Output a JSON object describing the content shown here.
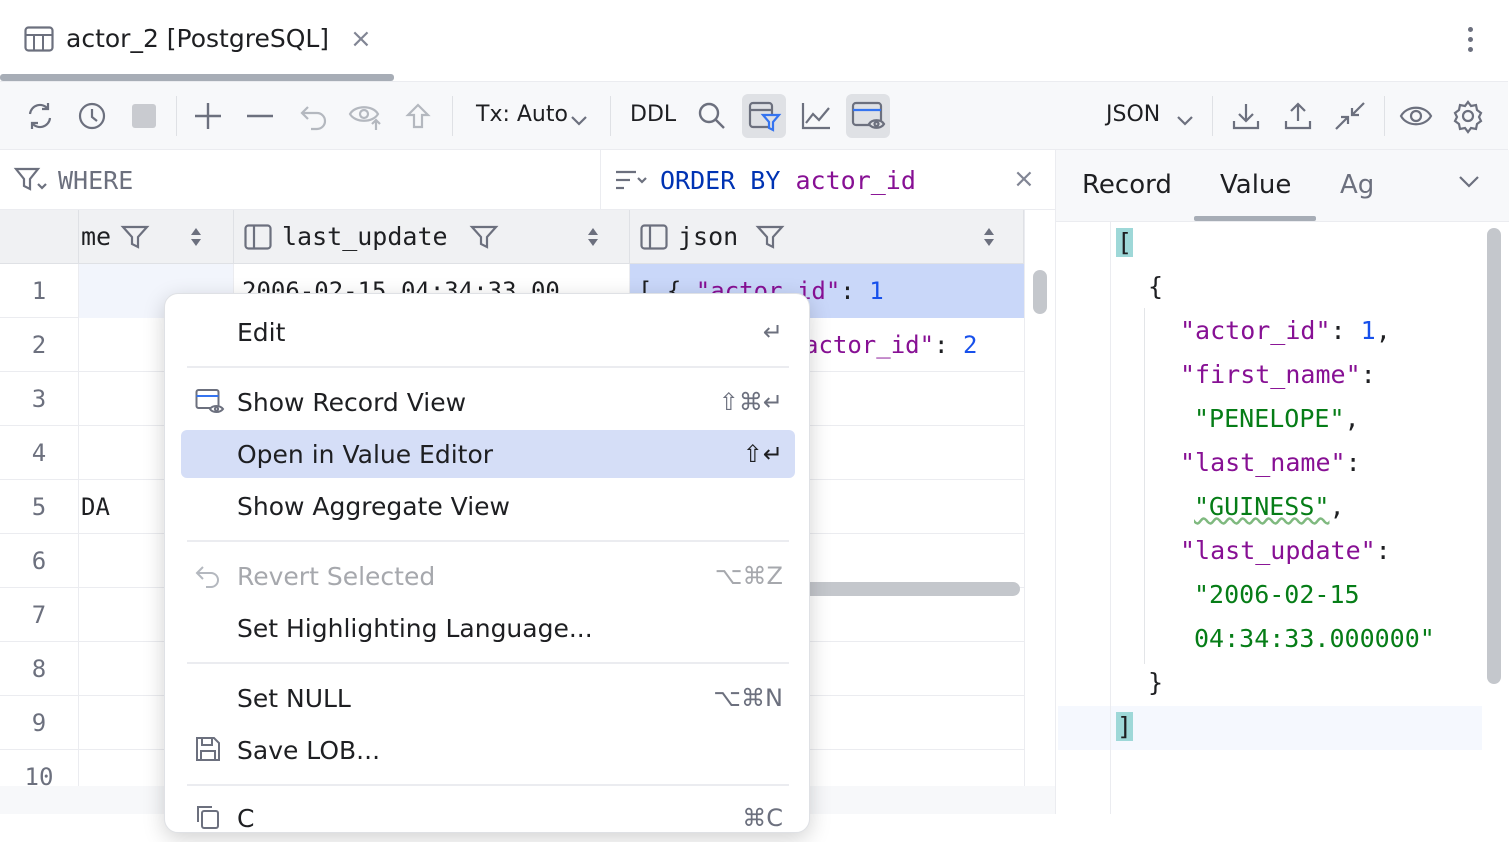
{
  "tab": {
    "title": "actor_2 [PostgreSQL]",
    "close": "×"
  },
  "toolbar": {
    "tx_label": "Tx: Auto",
    "ddl_label": "DDL",
    "format_label": "JSON"
  },
  "filter": {
    "where_label": "WHERE",
    "order_keyword": "ORDER BY",
    "order_column": "actor_id",
    "order_close": "×"
  },
  "grid": {
    "columns": [
      {
        "name": "me"
      },
      {
        "name": "last_update"
      },
      {
        "name": "json"
      }
    ],
    "rows": [
      {
        "num": "1",
        "first": "",
        "last_update": "2006-02-15 04:34:33.00",
        "json_prefix": "[  {    ",
        "json_key": "\"actor_id\"",
        "json_sep": ": ",
        "json_val": "1"
      },
      {
        "num": "2",
        "first": "",
        "last_update": "",
        "json_prefix": "",
        "json_key": "actor_id\"",
        "json_sep": ": ",
        "json_val": "2"
      },
      {
        "num": "3",
        "first": ""
      },
      {
        "num": "4",
        "first": ""
      },
      {
        "num": "5",
        "first": "DA"
      },
      {
        "num": "6",
        "first": ""
      },
      {
        "num": "7",
        "first": ""
      },
      {
        "num": "8",
        "first": ""
      },
      {
        "num": "9",
        "first": ""
      },
      {
        "num": "10",
        "first": ""
      }
    ]
  },
  "menu": {
    "items": [
      {
        "label": "Edit",
        "shortcut": "↵"
      },
      {
        "label": "Show Record View",
        "shortcut": "⇧⌘↵"
      },
      {
        "label": "Open in Value Editor",
        "shortcut": "⇧↵"
      },
      {
        "label": "Show Aggregate View",
        "shortcut": ""
      },
      {
        "label": "Revert Selected",
        "shortcut": "⌥⌘Z"
      },
      {
        "label": "Set Highlighting Language...",
        "shortcut": ""
      },
      {
        "label": "Set NULL",
        "shortcut": "⌥⌘N"
      },
      {
        "label": "Save LOB...",
        "shortcut": ""
      },
      {
        "label": "C",
        "shortcut": "⌘C"
      }
    ]
  },
  "panel": {
    "tabs": [
      {
        "label": "Record"
      },
      {
        "label": "Value"
      },
      {
        "label": "Ag"
      }
    ],
    "editor": {
      "open_bracket": "[",
      "open_brace": "{",
      "k1": "\"actor_id\"",
      "v1": "1",
      "k2": "\"first_name\"",
      "v2": "\"PENELOPE\"",
      "k3": "\"last_name\"",
      "v3": "\"GUINESS\"",
      "k4": "\"last_update\"",
      "v4a": "\"2006-02-15",
      "v4b": "04:34:33.000000\"",
      "close_brace": "}",
      "close_bracket": "]",
      "colon": ":",
      "comma": ","
    }
  },
  "colors": {
    "accent": "#3574f0",
    "selection": "#c9d7f9",
    "menu_highlight": "#d5def7",
    "string": "#067d17",
    "number": "#1750eb",
    "key": "#871094",
    "keyword": "#0033b3"
  }
}
